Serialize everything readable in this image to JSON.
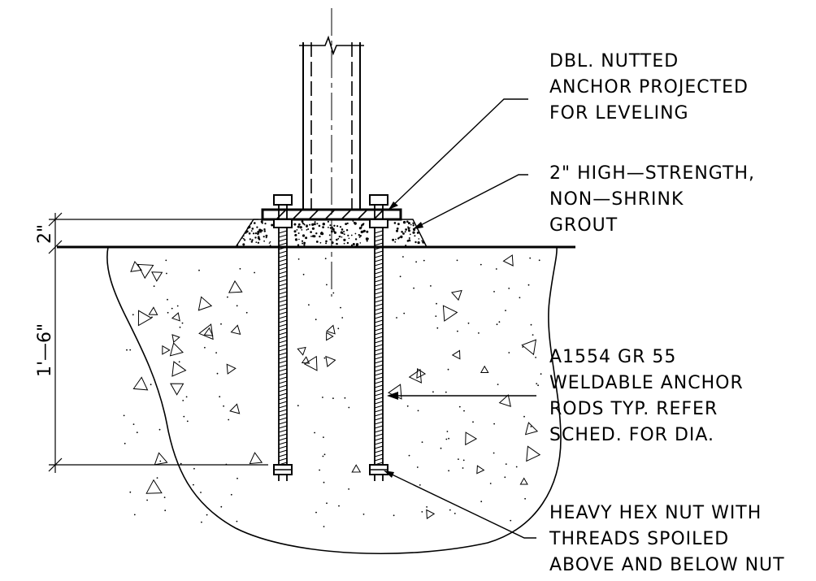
{
  "notes": {
    "leveling": [
      "DBL. NUTTED",
      "ANCHOR PROJECTED",
      "FOR LEVELING"
    ],
    "grout": [
      "2\" HIGH—STRENGTH,",
      "NON—SHRINK",
      "GROUT"
    ],
    "anchor_rods": [
      "A1554 GR 55",
      "WELDABLE ANCHOR",
      "RODS TYP. REFER",
      "SCHED. FOR DIA."
    ],
    "hex_nut": [
      "HEAVY HEX NUT WITH",
      "THREADS SPOILED",
      "ABOVE AND BELOW NUT"
    ]
  },
  "dimensions": {
    "grout_thickness": "2\"",
    "embedment": "1'—6\""
  }
}
